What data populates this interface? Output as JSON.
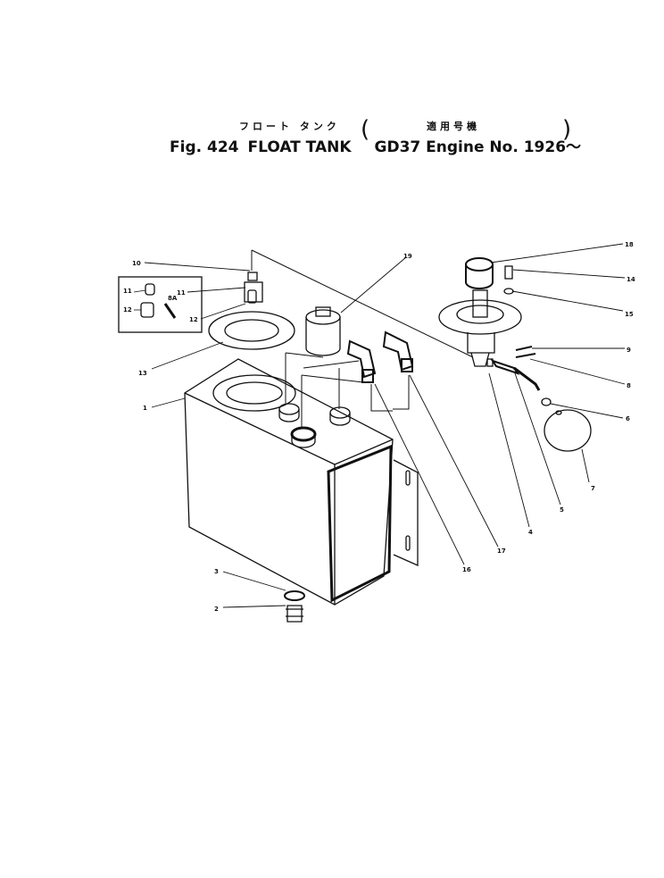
{
  "header": {
    "jp_left": "フロート タンク",
    "jp_right": "適用号機",
    "fig": "Fig. 424",
    "name": "FLOAT TANK",
    "applicability": "GD37 Engine No. 1926～"
  },
  "labels": [
    "1",
    "2",
    "3",
    "4",
    "5",
    "6",
    "7",
    "8",
    "9",
    "10",
    "11",
    "12",
    "13",
    "14",
    "15",
    "16",
    "17",
    "18",
    "19"
  ],
  "inset_labels": {
    "a": "11",
    "b": "12",
    "c": "8A"
  }
}
